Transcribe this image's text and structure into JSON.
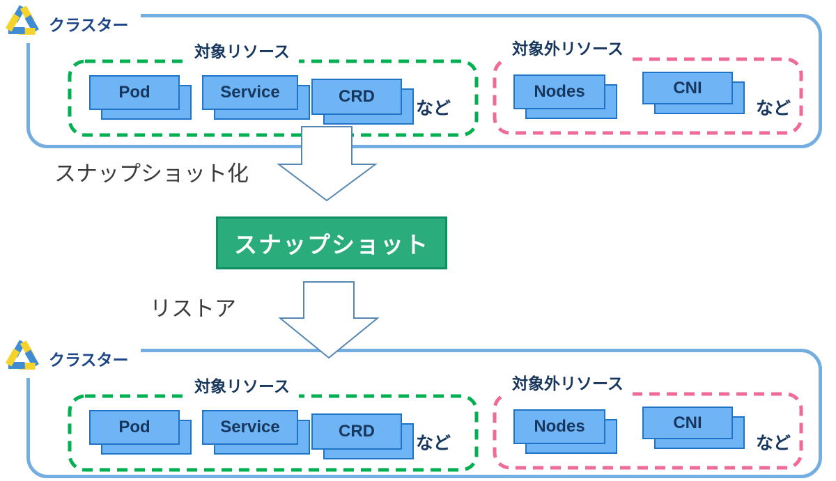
{
  "cluster": {
    "label": "クラスター",
    "target_resources": {
      "title": "対象リソース",
      "items": [
        {
          "label": "Pod"
        },
        {
          "label": "Service"
        },
        {
          "label": "CRD"
        }
      ],
      "suffix": "など"
    },
    "excluded_resources": {
      "title": "対象外リソース",
      "items": [
        {
          "label": "Nodes"
        },
        {
          "label": "CNI"
        }
      ],
      "suffix": "など"
    }
  },
  "flow": {
    "snapshot_action_label": "スナップショット化",
    "snapshot_label": "スナップショット",
    "restore_action_label": "リストア"
  },
  "colors": {
    "cluster_border": "#74ADE0",
    "target_group_border": "#00B050",
    "excluded_group_border": "#EE6A97",
    "resource_fill": "#6FB5F6",
    "resource_border": "#2074C8",
    "resource_text": "#17375E",
    "heading_text": "#17365D",
    "cluster_label_text": "#1C4587",
    "snapshot_fill": "#2BAC7C",
    "snapshot_border": "#0F8F63",
    "arrow_outline": "#5587B2",
    "logo_blue": "#3F8CD5",
    "logo_yellow": "#F5D32B"
  }
}
